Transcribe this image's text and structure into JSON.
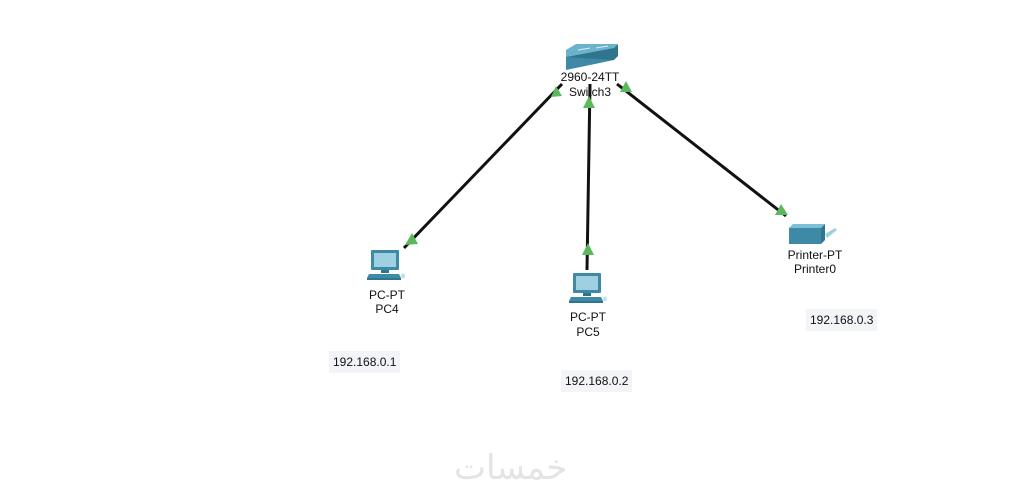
{
  "devices": [
    {
      "id": "switch3",
      "model": "2960-24TT",
      "name": "Switch3",
      "type": "switch"
    },
    {
      "id": "pc4",
      "model": "PC-PT",
      "name": "PC4",
      "type": "pc"
    },
    {
      "id": "pc5",
      "model": "PC-PT",
      "name": "PC5",
      "type": "pc"
    },
    {
      "id": "printer0",
      "model": "Printer-PT",
      "name": "Printer0",
      "type": "printer"
    }
  ],
  "links": [
    {
      "from": "switch3",
      "to": "pc4",
      "status": "up"
    },
    {
      "from": "switch3",
      "to": "pc5",
      "status": "up"
    },
    {
      "from": "switch3",
      "to": "printer0",
      "status": "up"
    }
  ],
  "notes": [
    "192.168.0.1",
    "192.168.0.2",
    "192.168.0.3"
  ],
  "colors": {
    "link": "#111111",
    "link_up": "#5cb85c",
    "device": "#4a9bb5"
  },
  "watermark": "خمسات"
}
